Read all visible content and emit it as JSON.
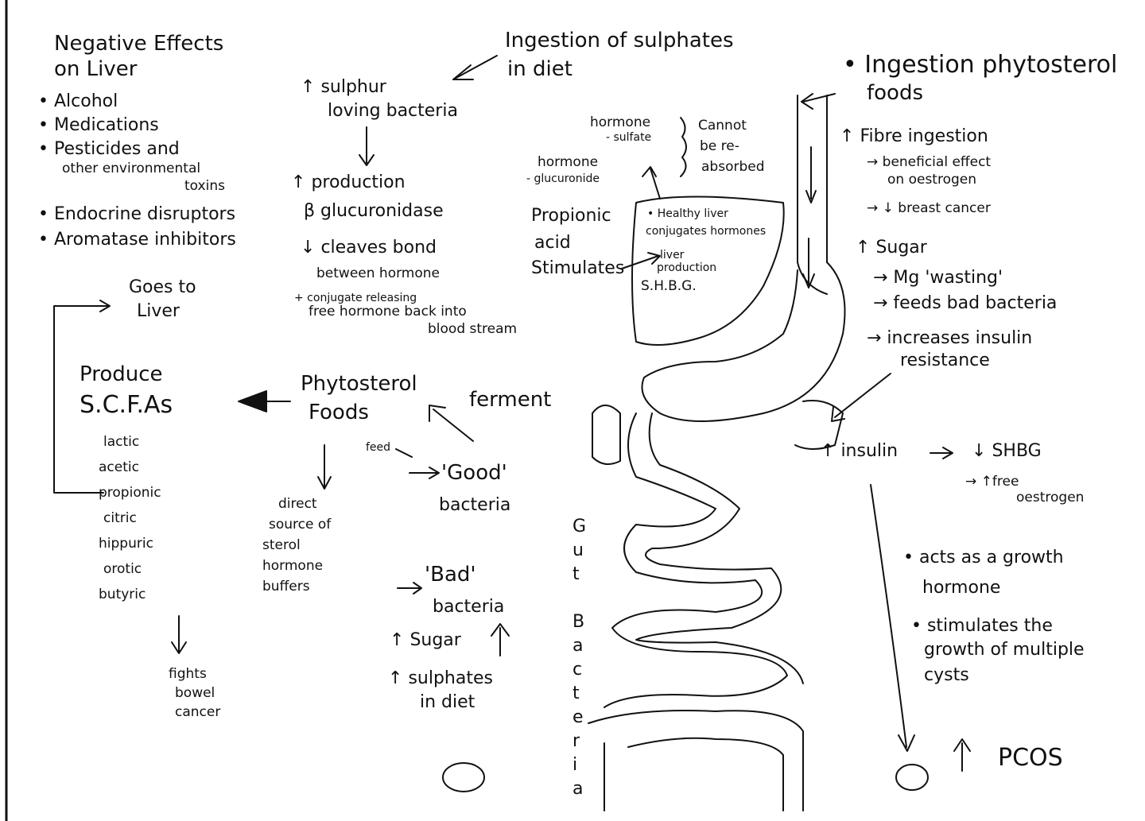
{
  "neg_title": [
    "Negative Effects",
    "on Liver"
  ],
  "neg_items": [
    "Alcohol",
    "Medications",
    "Pesticides and",
    "other environmental",
    "toxins",
    "Endocrine disruptors",
    "Aromatase inhibitors"
  ],
  "goes_to_liver": [
    "Goes to",
    "Liver"
  ],
  "scfa_title": [
    "Produce",
    "S.C.F.As"
  ],
  "scfa_list": [
    "lactic",
    "acetic",
    "propionic",
    "citric",
    "hippuric",
    "orotic",
    "butyric"
  ],
  "fights": [
    "fights",
    "bowel",
    "cancer"
  ],
  "sulphates_title": [
    "Ingestion of sulphates",
    "in diet"
  ],
  "sulphur_bacteria": [
    "sulphur",
    "loving bacteria"
  ],
  "production": [
    "production",
    "β glucuronidase"
  ],
  "cleaves": [
    "cleaves bond",
    "between hormone",
    "+ conjugate releasing",
    "free hormone back into",
    "blood stream"
  ],
  "hormone_sulfate": [
    "hormone",
    "- sulfate"
  ],
  "hormone_gluc": [
    "hormone",
    "- glucuronide"
  ],
  "cannot": [
    "Cannot",
    "be re-",
    "absorbed"
  ],
  "propionic": [
    "Propionic",
    "acid",
    "Stimulates"
  ],
  "healthy_liver": [
    "• Healthy liver",
    "conjugates hormones"
  ],
  "liver_prod": [
    "liver",
    "production",
    "S.H.B.G."
  ],
  "phyto_foods": [
    "Phytosterol",
    "Foods"
  ],
  "ferment": "ferment",
  "feed": "feed",
  "good": [
    "'Good'",
    "bacteria"
  ],
  "bad": [
    "'Bad'",
    "bacteria"
  ],
  "direct": [
    "direct",
    "source of",
    "sterol",
    "hormone",
    "buffers"
  ],
  "sugar_up": "Sugar",
  "sulph_up": [
    "sulphates",
    "in diet"
  ],
  "gut_bacteria": [
    "G",
    "u",
    "t",
    "",
    "B",
    "a",
    "c",
    "t",
    "e",
    "r",
    "i",
    "a"
  ],
  "ingest_phyto": [
    "• Ingestion phytosterol",
    "foods"
  ],
  "fibre": [
    "Fibre ingestion",
    "→ beneficial effect",
    "on oestrogen",
    "→ ↓ breast cancer"
  ],
  "sugar_right": [
    "Sugar",
    "→ Mg 'wasting'",
    "→ feeds bad bacteria",
    "→ increases insulin",
    "resistance"
  ],
  "insulin": "insulin",
  "shbg": "SHBG",
  "free_oest": [
    "↑free",
    "oestrogen"
  ],
  "acts": [
    "• acts as a growth",
    "hormone",
    "• stimulates the",
    "growth of multiple",
    "cysts"
  ],
  "pcos": "PCOS"
}
